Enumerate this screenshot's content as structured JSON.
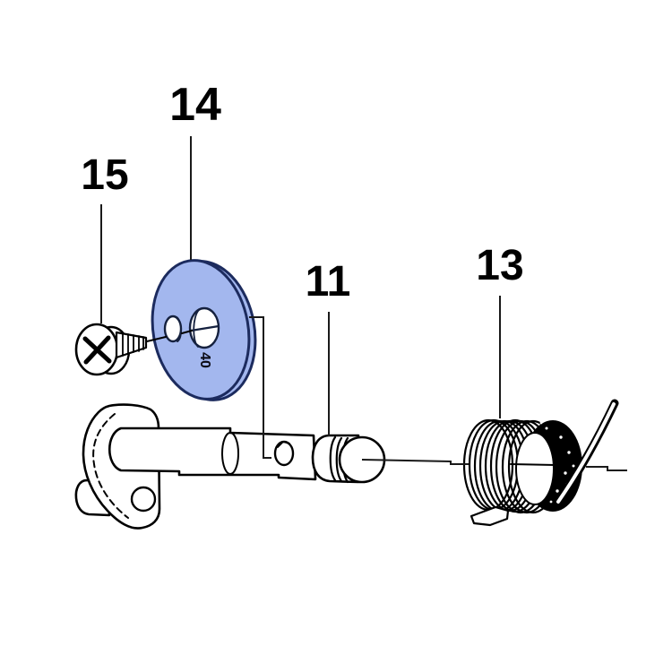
{
  "diagram": {
    "type": "exploded-parts-diagram",
    "background_color": "#ffffff",
    "line_color": "#000000",
    "labels": {
      "part11": {
        "text": "11"
      },
      "part13": {
        "text": "13"
      },
      "part14": {
        "text": "14"
      },
      "part15": {
        "text": "15"
      }
    },
    "disc_marking": "40",
    "colors": {
      "disc_fill": "#a3b7ee",
      "disc_outline": "#1c2b5e"
    }
  }
}
